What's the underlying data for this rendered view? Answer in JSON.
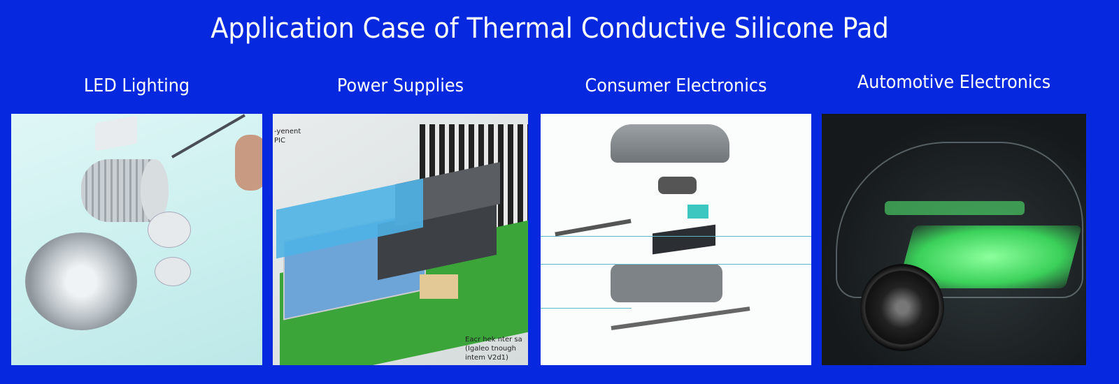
{
  "header": {
    "title": "Application Case of Thermal Conductive Silicone Pad"
  },
  "cases": [
    {
      "label": "LED Lighting",
      "image": "led-downlight-with-thermal-pad"
    },
    {
      "label": "Power Supplies",
      "image": "power-supply-pcb-with-thermal-pad",
      "annotations": [
        "-yenent",
        "PIC",
        "Eacr hek nter sa",
        "(Igaleo tnough",
        "intem V2d1)"
      ]
    },
    {
      "label": "Consumer Electronics",
      "image": "drone-exploded-view-with-thermal-pads"
    },
    {
      "label": "Automotive Electronics",
      "image": "electric-car-battery-with-thermal-pads"
    }
  ],
  "colors": {
    "background": "#0629df",
    "text": "#ffffff",
    "pad_blue": "#4fb3e6",
    "pad_green": "#5cf07a"
  }
}
